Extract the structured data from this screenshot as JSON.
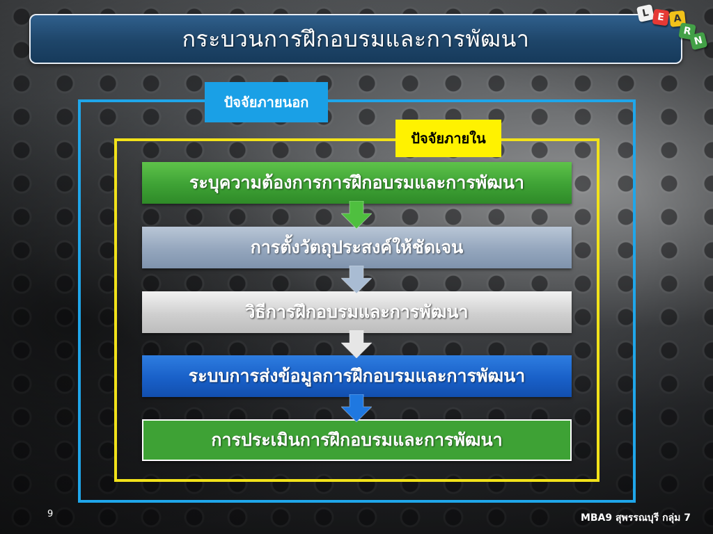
{
  "slide": {
    "title": "กระบวนการฝึกอบรมและการพัฒนา",
    "number": "9",
    "footer": "MBA9 สุพรรณบุรี กลุ่ม 7"
  },
  "logo": {
    "letters": [
      "L",
      "E",
      "A",
      "R",
      "N"
    ],
    "colors": [
      "#f2f2f2",
      "#e53935",
      "#f2c21a",
      "#43a047",
      "#43a047"
    ]
  },
  "diagram": {
    "outer_label": "ปัจจัยภายนอก",
    "inner_label": "ปัจจัยภายใน",
    "steps": [
      {
        "label": "ระบุความต้องการการฝึกอบรมและการพัฒนา",
        "color": "#3ea235"
      },
      {
        "label": "การตั้งวัตถุประสงค์ให้ชัดเจน",
        "color": "#94a6bd"
      },
      {
        "label": "วิธีการฝึกอบรมและการพัฒนา",
        "color": "#cfcfcf"
      },
      {
        "label": "ระบบการส่งข้อมูลการฝึกอบรมและการพัฒนา",
        "color": "#1960c8"
      },
      {
        "label": "การประเมินการฝึกอบรมและการพัฒนา",
        "color": "#3ea235"
      }
    ],
    "arrow_colors": [
      "#4fbf3f",
      "#a9bcd3",
      "#e6e6e6",
      "#1f78e0"
    ]
  }
}
